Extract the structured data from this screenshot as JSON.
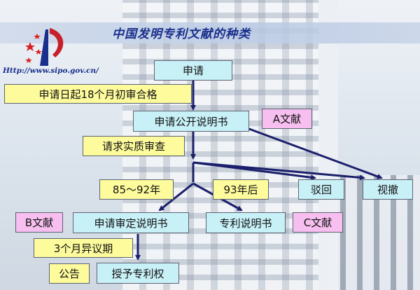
{
  "slide": {
    "title": "中国发明专利文献的种类",
    "url": "Http://www.sipo.gov.cn/"
  },
  "nodes": {
    "apply": "申请",
    "prelim_exam": "申请日起18个月初审合格",
    "publication": "申请公开说明书",
    "doc_a": "A文献",
    "substantive_exam": "请求实质审查",
    "period_85_92": "85～92年",
    "after_93": "93年后",
    "rejected": "驳回",
    "withdrawn": "视撤",
    "doc_b": "B文献",
    "examined_spec": "申请审定说明书",
    "patent_spec": "专利说明书",
    "doc_c": "C文献",
    "opposition": "3个月异议期",
    "announcement": "公告",
    "grant": "授予专利权"
  },
  "colors": {
    "process_box": "#c8f1f7",
    "note_box": "#fdfb9c",
    "doc_box": "#f7bff0",
    "title": "#1a2f8c",
    "arrow": "#1b1f6b"
  }
}
